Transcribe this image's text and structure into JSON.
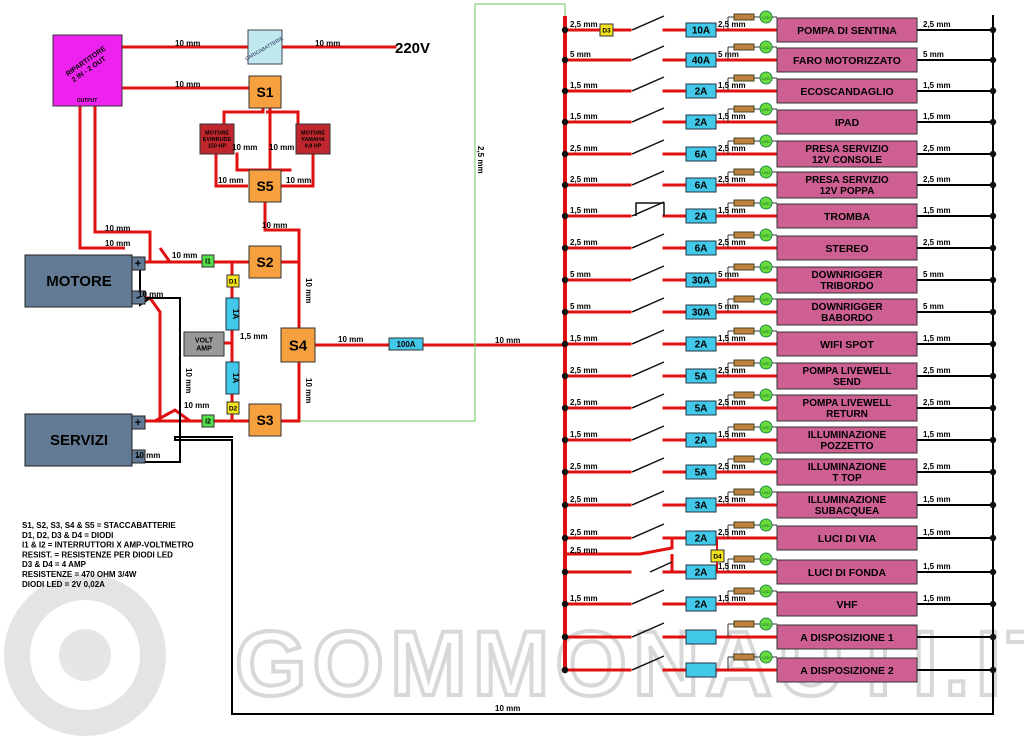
{
  "voltage": "220V",
  "splitter": {
    "line1": "RIPARTITORE",
    "line2": "2 IN - 2 OUT",
    "output": "OUTPUT"
  },
  "charger": "CARICABATTERIE",
  "batteries": {
    "motore": "MOTORE",
    "servizi": "SERVIZI",
    "plus": "+",
    "minus": "-"
  },
  "switches": {
    "s1": "S1",
    "s2": "S2",
    "s3": "S3",
    "s4": "S4",
    "s5": "S5"
  },
  "engines": {
    "evinrude": [
      "MOTORE",
      "EVINRUDE",
      "150 HP"
    ],
    "yamaha": [
      "MOTORE",
      "YAMAHA",
      "9,9 HP"
    ]
  },
  "voltamp": [
    "VOLT",
    "AMP"
  ],
  "interrupters": {
    "i1": "I1",
    "i2": "I2"
  },
  "diodes": {
    "d1": "D1",
    "d2": "D2",
    "d3": "D3",
    "d4": "D4"
  },
  "fuses": {
    "f1a_top": "1A",
    "f1a_bottom": "1A",
    "main": "100A"
  },
  "wires": {
    "w10": "10 mm",
    "w15": "1,5 mm",
    "w25": "2,5 mm"
  },
  "circuits": [
    {
      "name": [
        "POMPA DI SENTINA"
      ],
      "fuse": "10A",
      "wire_in": "2,5 mm",
      "wire_out": "2,5 mm"
    },
    {
      "name": [
        "FARO MOTORIZZATO"
      ],
      "fuse": "40A",
      "wire_in": "5 mm",
      "wire_out": "5 mm"
    },
    {
      "name": [
        "ECOSCANDAGLIO"
      ],
      "fuse": "2A",
      "wire_in": "1,5 mm",
      "wire_out": "1,5 mm"
    },
    {
      "name": [
        "IPAD"
      ],
      "fuse": "2A",
      "wire_in": "1,5 mm",
      "wire_out": "1,5 mm"
    },
    {
      "name": [
        "PRESA SERVIZIO",
        "12V CONSOLE"
      ],
      "fuse": "6A",
      "wire_in": "2,5 mm",
      "wire_out": "2,5 mm"
    },
    {
      "name": [
        "PRESA SERVIZIO",
        "12V POPPA"
      ],
      "fuse": "6A",
      "wire_in": "2,5 mm",
      "wire_out": "2,5 mm"
    },
    {
      "name": [
        "TROMBA"
      ],
      "fuse": "2A",
      "wire_in": "1,5 mm",
      "wire_out": "1,5 mm"
    },
    {
      "name": [
        "STEREO"
      ],
      "fuse": "6A",
      "wire_in": "2,5 mm",
      "wire_out": "2,5 mm"
    },
    {
      "name": [
        "DOWNRIGGER",
        "TRIBORDO"
      ],
      "fuse": "30A",
      "wire_in": "5 mm",
      "wire_out": "5 mm"
    },
    {
      "name": [
        "DOWNRIGGER",
        "BABORDO"
      ],
      "fuse": "30A",
      "wire_in": "5 mm",
      "wire_out": "5 mm"
    },
    {
      "name": [
        "WIFI SPOT"
      ],
      "fuse": "2A",
      "wire_in": "1,5 mm",
      "wire_out": "1,5 mm"
    },
    {
      "name": [
        "POMPA LIVEWELL",
        "SEND"
      ],
      "fuse": "5A",
      "wire_in": "2,5 mm",
      "wire_out": "2,5 mm"
    },
    {
      "name": [
        "POMPA LIVEWELL",
        "RETURN"
      ],
      "fuse": "5A",
      "wire_in": "2,5 mm",
      "wire_out": "2,5 mm"
    },
    {
      "name": [
        "ILLUMINAZIONE",
        "POZZETTO"
      ],
      "fuse": "2A",
      "wire_in": "1,5 mm",
      "wire_out": "1,5 mm"
    },
    {
      "name": [
        "ILLUMINAZIONE",
        "T TOP"
      ],
      "fuse": "5A",
      "wire_in": "2,5 mm",
      "wire_out": "2,5 mm"
    },
    {
      "name": [
        "ILLUMINAZIONE",
        "SUBACQUEA"
      ],
      "fuse": "3A",
      "wire_in": "2,5 mm",
      "wire_out": "1,5 mm"
    },
    {
      "name": [
        "LUCI DI VIA"
      ],
      "fuse": "2A",
      "wire_in": "2,5 mm",
      "wire_out": "1,5 mm"
    },
    {
      "name": [
        "LUCI DI FONDA"
      ],
      "fuse": "2A",
      "wire_in": "",
      "wire_out": "1,5 mm"
    },
    {
      "name": [
        "VHF"
      ],
      "fuse": "2A",
      "wire_in": "1,5 mm",
      "wire_out": "1,5 mm"
    },
    {
      "name": [
        "A DISPOSIZIONE 1"
      ],
      "fuse": "",
      "wire_in": "",
      "wire_out": ""
    },
    {
      "name": [
        "A DISPOSIZIONE 2"
      ],
      "fuse": "",
      "wire_in": "",
      "wire_out": ""
    }
  ],
  "led_label": "LED",
  "legend": [
    "S1, S2, S3, S4 & S5 = STACCABATTERIE",
    "D1, D2, D3 & D4 = DIODI",
    "I1 & I2 = INTERRUTTORI X AMP-VOLTMETRO",
    "RESIST. = RESISTENZE PER DIODI LED",
    "D3 & D4 = 4 AMP",
    "RESISTENZE = 470 OHM 3/4W",
    "DIODI LED = 2V 0,02A"
  ],
  "watermark": "GOMMONAUTI.IT",
  "colors": {
    "wire": "#e01010",
    "ground": "#000000",
    "switch": "#f7a040",
    "load": "#cd5f93",
    "fuse": "#42c8e8",
    "battery": "#637a95",
    "led": "#6bd93a",
    "splitter": "#ee22ee",
    "engine": "#c0272d",
    "diode": "#f3e21a",
    "interrupter": "#54e04a"
  }
}
